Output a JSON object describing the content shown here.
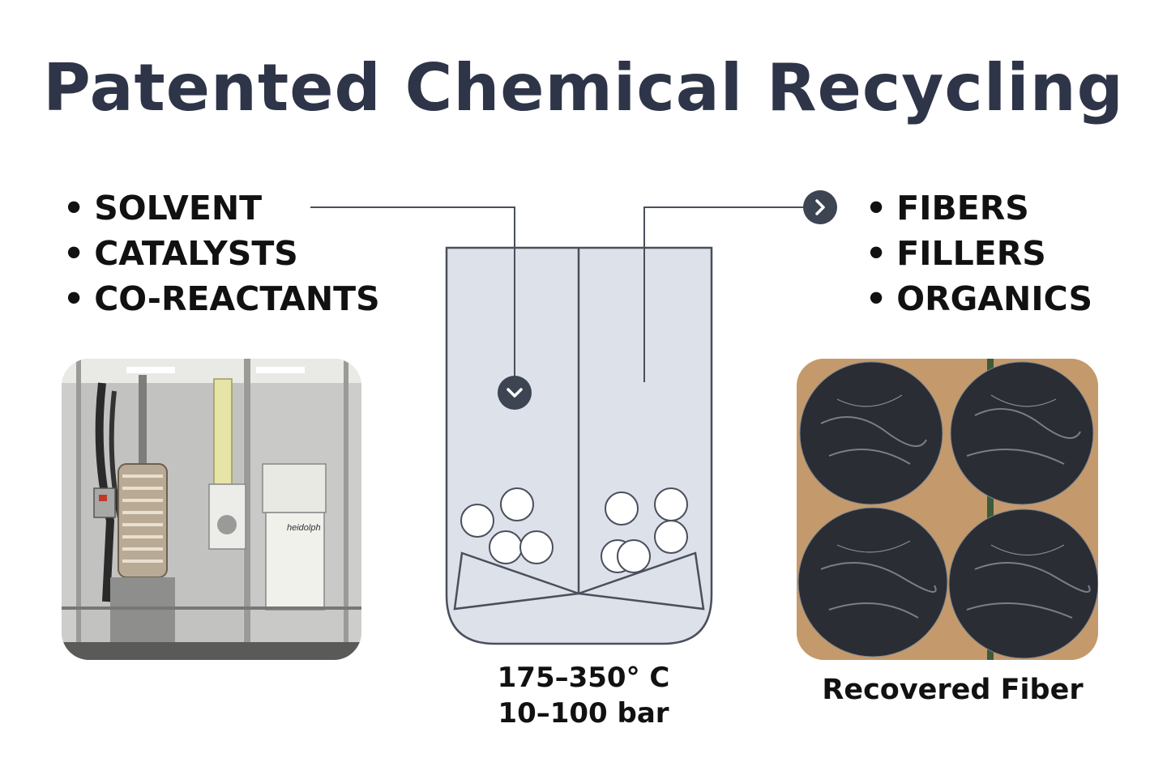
{
  "title": "Patented Chemical Recycling",
  "inputs": [
    "SOLVENT",
    "CATALYSTS",
    "CO-REACTANTS"
  ],
  "outputs": [
    "FIBERS",
    "FILLERS",
    "ORGANICS"
  ],
  "reactor": {
    "conditions_line1": "175–350° C",
    "conditions_line2": "10–100 bar"
  },
  "photos": {
    "equipment_brand": "heidolph",
    "fiber_caption": "Recovered Fiber"
  },
  "colors": {
    "title": "#2f3548",
    "vessel_fill": "#dde1e9",
    "vessel_stroke": "#4a4f5c",
    "arrow_badge": "#3d4452"
  },
  "icons": [
    "chevron-down-icon",
    "chevron-right-icon"
  ]
}
